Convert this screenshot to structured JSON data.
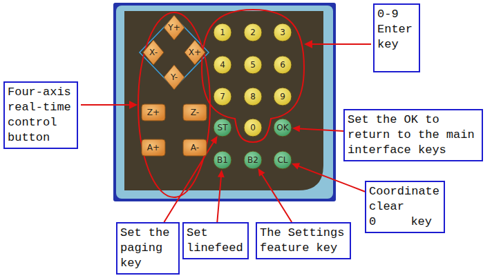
{
  "diagram": {
    "nodes": [
      {
        "text": [
          "Four-axis real-time control button"
        ]
      },
      {
        "text": [
          "0-9 Enter key"
        ]
      },
      {
        "text": [
          "Set the OK to return to the main interface keys"
        ]
      },
      {
        "text": [
          "Coordinate clear 0 key"
        ]
      },
      {
        "text": [
          "Set the paging key"
        ]
      },
      {
        "text": [
          "Set linefeed"
        ]
      },
      {
        "text": [
          "The Settings feature key"
        ]
      },
      {
        "text": [
          "Y+"
        ]
      },
      {
        "text": [
          "X-"
        ]
      },
      {
        "text": [
          "X+"
        ]
      },
      {
        "text": [
          "Y-"
        ]
      },
      {
        "text": [
          "Z+"
        ]
      },
      {
        "text": [
          "Z-"
        ]
      },
      {
        "text": [
          "A+"
        ]
      },
      {
        "text": [
          "A-"
        ]
      },
      {
        "text": [
          "1"
        ]
      },
      {
        "text": [
          "2"
        ]
      },
      {
        "text": [
          "3"
        ]
      },
      {
        "text": [
          "4"
        ]
      },
      {
        "text": [
          "5"
        ]
      },
      {
        "text": [
          "6"
        ]
      },
      {
        "text": [
          "7"
        ]
      },
      {
        "text": [
          "8"
        ]
      },
      {
        "text": [
          "9"
        ]
      },
      {
        "text": [
          "0"
        ]
      },
      {
        "text": [
          "ST"
        ]
      },
      {
        "text": [
          "OK"
        ]
      },
      {
        "text": [
          "B1"
        ]
      },
      {
        "text": [
          "B2"
        ]
      },
      {
        "text": [
          "CL"
        ]
      }
    ],
    "edges": [
      {
        "from": 2,
        "to": 26,
        "arrow": "to"
      },
      {
        "from": 3,
        "to": 29,
        "arrow": "to"
      },
      {
        "from": 4,
        "to": 25,
        "arrow": "to"
      },
      {
        "from": 5,
        "to": 27,
        "arrow": "to"
      },
      {
        "from": 6,
        "to": 28,
        "arrow": "to"
      }
    ]
  }
}
